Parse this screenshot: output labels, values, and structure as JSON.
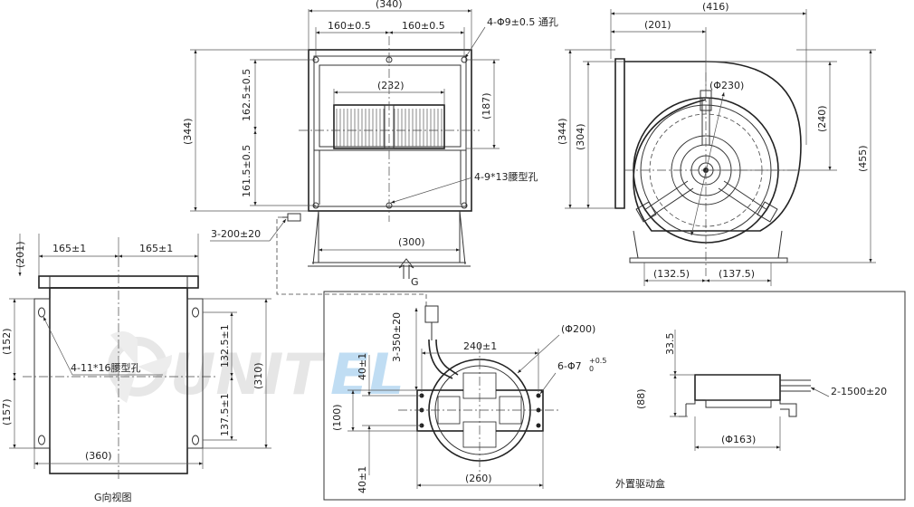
{
  "front_view": {
    "overall_width": "(340)",
    "half_left": "160±0.5",
    "half_right": "160±0.5",
    "hole_spec": "4-Φ9±0.5 通孔",
    "inner_width": "(232)",
    "inner_height": "(187)",
    "overall_height": "(344)",
    "upper_half": "162.5±0.5",
    "lower_half": "161.5±0.5",
    "slot_spec": "4-9*13腰型孔",
    "cable": "3-200±20",
    "base_width": "(300)",
    "arrow_label": "G"
  },
  "side_view": {
    "overall_width": "(416)",
    "offset_x": "(201)",
    "impeller_dia": "(Φ230)",
    "height_304": "(304)",
    "height_344": "(344)",
    "height_240": "(240)",
    "height_455": "(455)",
    "base_left": "(132.5)",
    "base_right": "(137.5)"
  },
  "g_view": {
    "top_offset": "(201)",
    "half_left": "165±1",
    "half_right": "165±1",
    "upper": "(152)",
    "lower": "(157)",
    "slot_spec": "4-11*16腰型孔",
    "right_upper": "132.5±1",
    "right_lower": "137.5±1",
    "right_total": "(310)",
    "bottom_width": "(360)",
    "caption": "G向视图"
  },
  "drive_box": {
    "cable_top": "3-350±20",
    "hole_spacing": "240±1",
    "dia_200": "(Φ200)",
    "hole_spec": "6-Φ7",
    "hole_tol_upper": "+0.5",
    "hole_tol_lower": "0",
    "vert_upper": "40±1",
    "vert_mid": "(100)",
    "vert_lower": "40±1",
    "total_width": "(260)",
    "side_height": "33.5",
    "side_88": "(88)",
    "side_cable": "2-1500±20",
    "side_width": "(Φ163)",
    "caption": "外置驱动盒"
  },
  "watermark": {
    "text_gray": "UNIT",
    "text_blue": "EL"
  }
}
